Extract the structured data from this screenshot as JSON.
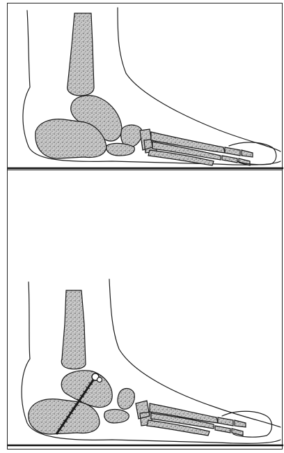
{
  "figure": {
    "panels": [
      {
        "id": "top",
        "subject": "foot-skeleton-lateral",
        "implant": "none"
      },
      {
        "id": "bottom",
        "subject": "foot-skeleton-lateral",
        "implant": "screw"
      }
    ],
    "colors": {
      "line": "#1a1a1a",
      "bone_fill": "#bdbdbd",
      "background": "#ffffff"
    }
  }
}
